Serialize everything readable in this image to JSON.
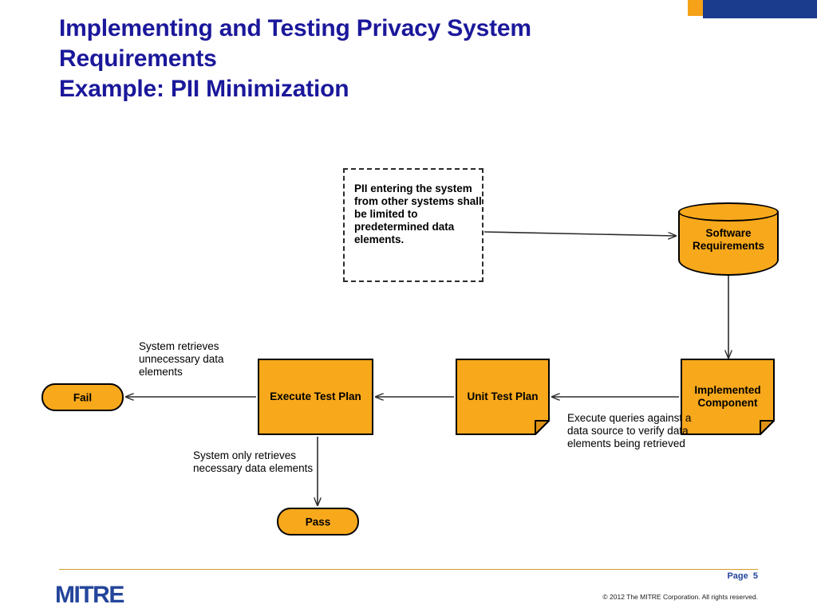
{
  "slide": {
    "title_lines": [
      "Implementing and Testing Privacy System",
      "Requirements",
      "Example: PII Minimization"
    ],
    "title_color": "#1B189B",
    "accent_orange": "#F8A81B",
    "accent_blue": "#1B3C8C"
  },
  "diagram": {
    "callout": {
      "text": "PII entering the system from other systems shall be limited to predetermined data elements."
    },
    "nodes": {
      "software_requirements": "Software Requirements",
      "implemented_component": "Implemented Component",
      "unit_test_plan": "Unit Test Plan",
      "execute_test_plan": "Execute Test Plan",
      "fail": "Fail",
      "pass": "Pass"
    },
    "annotations": {
      "unnecessary": "System retrieves unnecessary data elements",
      "necessary": "System only retrieves necessary data elements",
      "queries": "Execute queries against a data source to verify data elements being retrieved"
    }
  },
  "footer": {
    "logo": "MITRE",
    "page": "Page  5",
    "copyright": "© 2012 The MITRE Corporation. All rights reserved."
  }
}
